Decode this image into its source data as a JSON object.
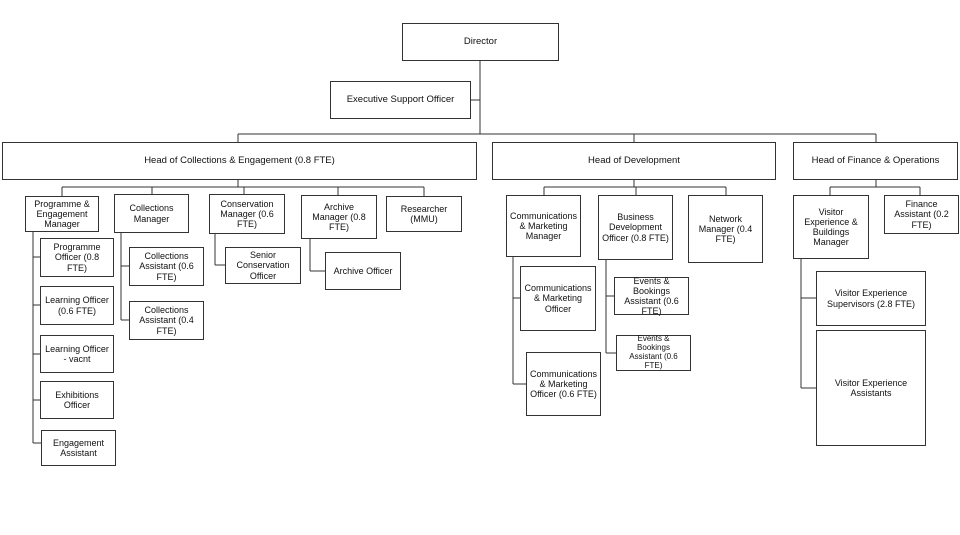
{
  "nodes": {
    "director": "Director",
    "exec_support": "Executive Support Officer",
    "head_collections": "Head of Collections & Engagement (0.8 FTE)",
    "head_development": "Head of Development",
    "head_finance": "Head of Finance & Operations",
    "programme_manager": "Programme & Engagement Manager",
    "programme_officer": "Programme Officer (0.8 FTE)",
    "learning_officer": "Learning Officer (0.6 FTE)",
    "learning_officer_vacant": "Learning Officer - vacnt",
    "exhibitions_officer": "Exhibitions Officer",
    "engagement_assistant": "Engagement Assistant",
    "collections_manager": "Collections Manager",
    "collections_assistant_1": "Collections Assistant (0.6 FTE)",
    "collections_assistant_2": "Collections Assistant (0.4 FTE)",
    "conservation_manager": "Conservation Manager (0.6 FTE)",
    "senior_conservation": "Senior Conservation Officer",
    "archive_manager": "Archive Manager (0.8 FTE)",
    "archive_officer": "Archive Officer",
    "researcher": "Researcher (MMU)",
    "comms_manager": "Communications & Marketing Manager",
    "comms_officer": "Communications & Marketing Officer",
    "comms_officer_06": "Communications & Marketing Officer (0.6 FTE)",
    "bd_officer": "Business Development Officer (0.8 FTE)",
    "events_assistant_1": "Events & Bookings Assistant (0.6 FTE)",
    "events_assistant_2": "Events & Bookings Assistant (0.6 FTE)",
    "network_manager": "Network Manager (0.4 FTE)",
    "ve_manager": "Visitor Experience & Buildings Manager",
    "finance_assistant": "Finance Assistant (0.2 FTE)",
    "ve_supervisors": "Visitor Experience Supervisors (2.8 FTE)",
    "ve_assistants": "Visitor Experience Assistants"
  }
}
